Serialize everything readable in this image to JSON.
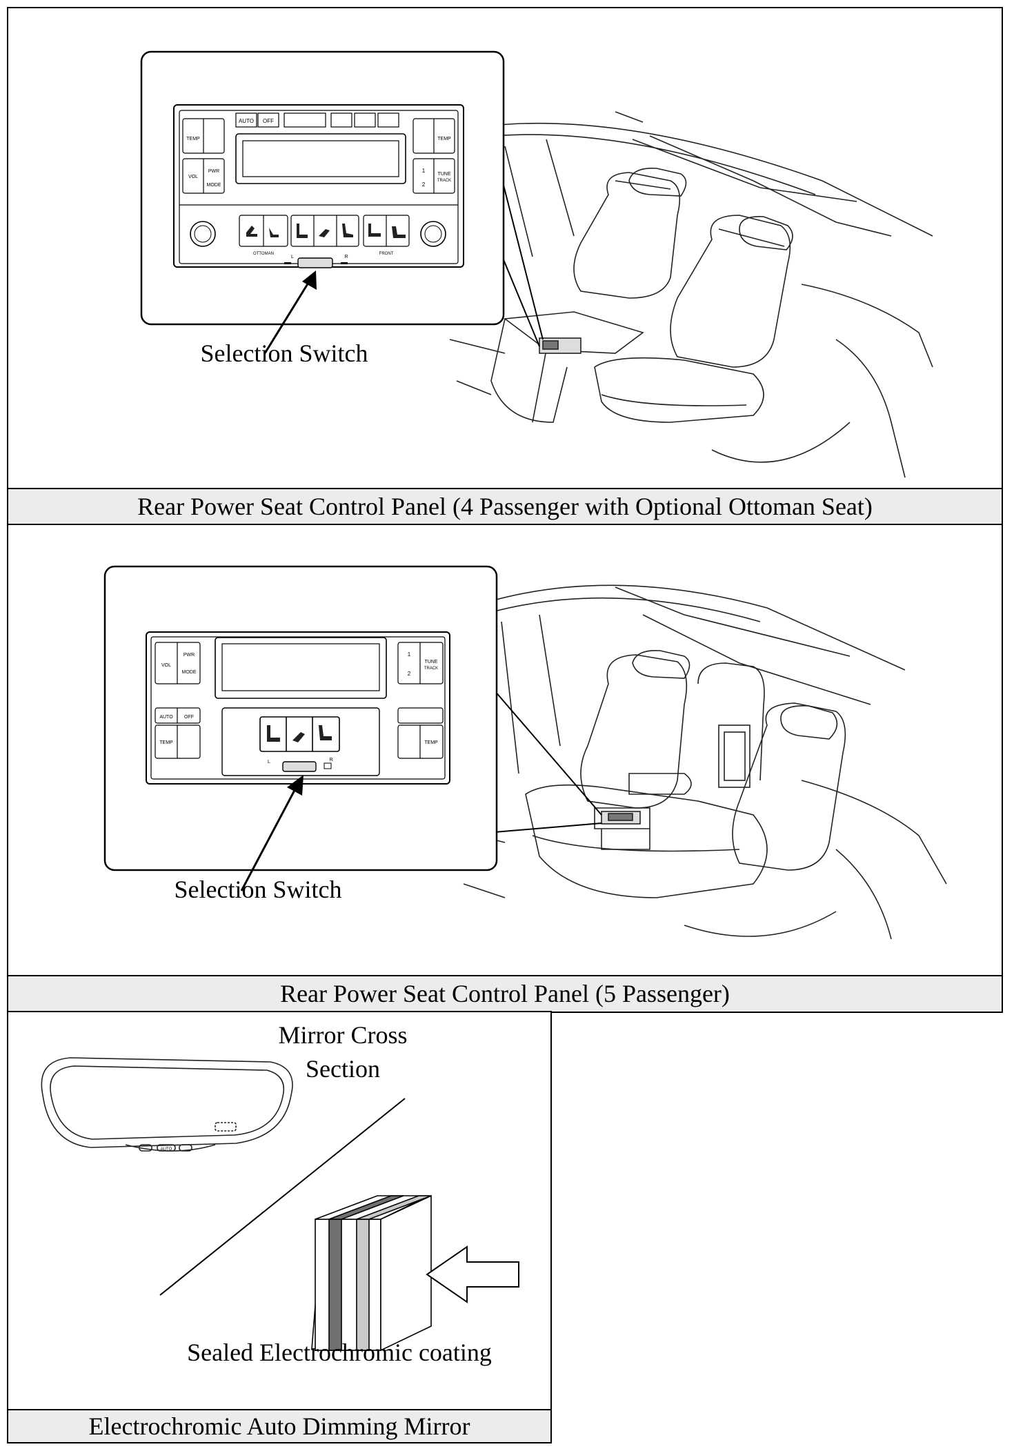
{
  "panel1": {
    "callout_label": "Selection Switch",
    "caption": "Rear Power Seat Control Panel (4 Passenger with Optional Ottoman Seat)",
    "buttons": {
      "auto": "AUTO",
      "off": "OFF",
      "temp_left": "TEMP",
      "temp_right": "TEMP",
      "vol": "VOL",
      "pwr": "PWR",
      "mode": "MODE",
      "disc_1": "1",
      "disc_2": "2",
      "tune": "TUNE",
      "track": "TRACK",
      "ottoman": "OTTOMAN",
      "front": "FRONT",
      "sel_l": "L",
      "sel_r": "R"
    }
  },
  "panel2": {
    "callout_label": "Selection Switch",
    "caption": "Rear Power Seat Control Panel (5 Passenger)",
    "buttons": {
      "vol": "VOL",
      "pwr": "PWR",
      "mode": "MODE",
      "disc_1": "1",
      "disc_2": "2",
      "tune": "TUNE",
      "track": "TRACK",
      "auto": "AUTO",
      "off": "OFF",
      "temp_left": "TEMP",
      "temp_right": "TEMP",
      "sel_l": "L",
      "sel_r": "R"
    }
  },
  "panel3": {
    "cross_section_label_line1": "Mirror Cross",
    "cross_section_label_line2": "Section",
    "mirror_button": "AUTO",
    "coating_label": "Sealed Electrochromic coating",
    "caption": "Electrochromic Auto Dimming Mirror"
  }
}
